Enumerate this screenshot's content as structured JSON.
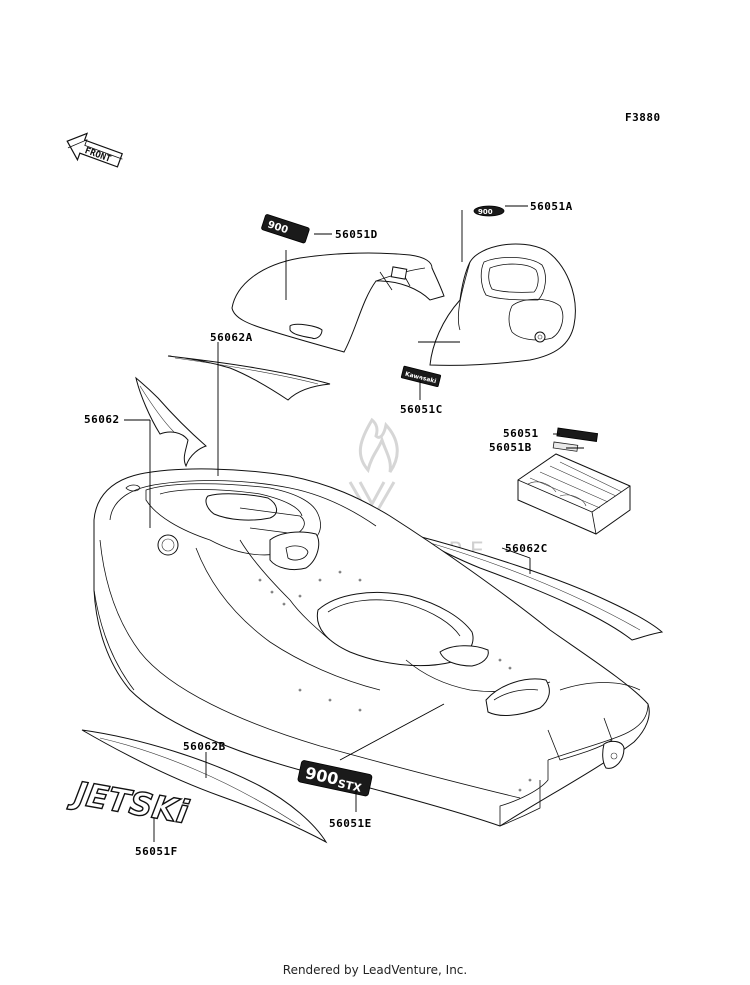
{
  "diagram": {
    "figure_code": "F3880",
    "front_arrow_text": "FRONT",
    "watermark_text": "ADVENTURE",
    "logo_text_jetski": "JETSKi",
    "logo_text_900": "900",
    "logo_text_stx": "STX",
    "part_labels": {
      "p56051A": "56051A",
      "p56051D": "56051D",
      "p56062A": "56062A",
      "p56051C": "56051C",
      "p56062": "56062",
      "p56051": "56051",
      "p56051B": "56051B",
      "p56062C": "56062C",
      "p56062B": "56062B",
      "p56051E": "56051E",
      "p56051F": "56051F"
    }
  },
  "footer": {
    "rendered_by": "Rendered by LeadVenture, Inc."
  }
}
